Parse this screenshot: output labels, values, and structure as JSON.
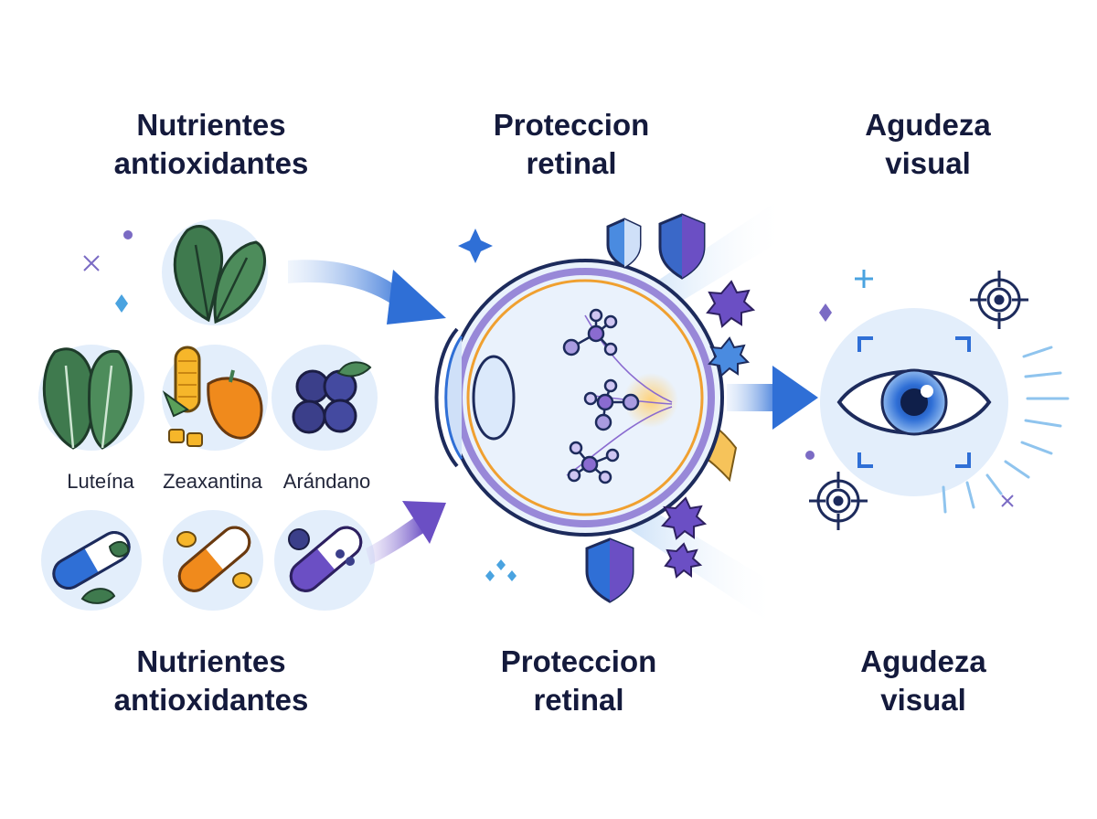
{
  "columns": [
    {
      "id": "nutrients",
      "title_line1": "Nutrientes",
      "title_line2": "antioxidantes"
    },
    {
      "id": "protection",
      "title_line1": "Proteccion",
      "title_line2": "retinal"
    },
    {
      "id": "acuity",
      "title_line1": "Agudeza",
      "title_line2": "visual"
    }
  ],
  "bottom_labels": [
    {
      "id": "nutrients",
      "line1": "Nutrientes",
      "line2": "antioxidantes"
    },
    {
      "id": "protection",
      "line1": "Proteccion",
      "line2": "retinal"
    },
    {
      "id": "acuity",
      "line1": "Agudeza",
      "line2": "visual"
    }
  ],
  "foods": [
    {
      "label": "Luteína",
      "icon": "kale-icon"
    },
    {
      "label": "Zeaxantina",
      "icon": "corn-pepper-icon"
    },
    {
      "label": "Arándano",
      "icon": "blueberry-icon"
    }
  ],
  "colors": {
    "heading": "#141a3c",
    "blue_accent": "#2f6fd6",
    "purple_accent": "#6b4fc4",
    "light_circle": "#e3eefb",
    "orange_accent": "#f08a1c",
    "green_leaf": "#3f7a4e"
  },
  "icons": [
    "spinach-icon",
    "kale-icon",
    "corn-pepper-icon",
    "blueberry-icon",
    "blue-capsule-icon",
    "orange-capsule-icon",
    "purple-capsule-icon",
    "eye-cross-section-icon",
    "shield-icon",
    "free-radical-icon",
    "molecule-icon",
    "eye-icon",
    "target-icon",
    "arrow-icon"
  ]
}
